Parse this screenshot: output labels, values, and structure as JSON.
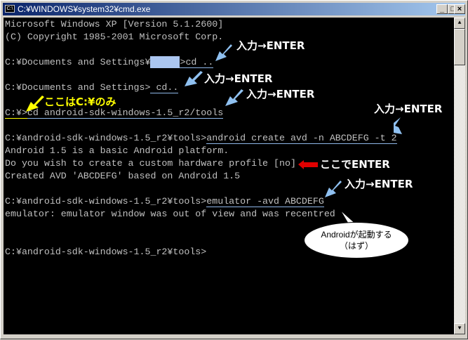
{
  "window": {
    "title": "C:¥WINDOWS¥system32¥cmd.exe",
    "icon_label": "C:\\",
    "minimize": "_",
    "maximize": "□",
    "close": "×"
  },
  "console": {
    "lines": [
      "Microsoft Windows XP [Version 5.1.2600]",
      "(C) Copyright 1985-2001 Microsoft Corp.",
      "C:¥Documents and Settings¥",
      ">cd ..",
      "C:¥Documents and Settings>",
      " cd..",
      "C:¥>",
      "cd android-sdk-windows-1.5_r2/tools",
      "C:¥android-sdk-windows-1.5_r2¥tools>",
      "android create avd -n ABCDEFG -t 2",
      "Android 1.5 is a basic Android platform.",
      "Do you wish to create a custom hardware profile [no]",
      "Created AVD 'ABCDEFG' based on Android 1.5",
      "C:¥android-sdk-windows-1.5_r2¥tools>",
      "emulator -avd ABCDEFG",
      "emulator: emulator window was out of view and was recentred",
      "C:¥android-sdk-windows-1.5_r2¥tools>"
    ]
  },
  "annotations": {
    "enter": "入力→ENTER",
    "here_enter": "ここでENTER",
    "c_only": "ここはC:¥のみ",
    "bubble_line1": "Androidが起動する",
    "bubble_line2": "（はず）"
  },
  "colors": {
    "arrow_blue": "#8fc0f0",
    "arrow_red": "#e00000",
    "yellow": "#ffff00"
  }
}
